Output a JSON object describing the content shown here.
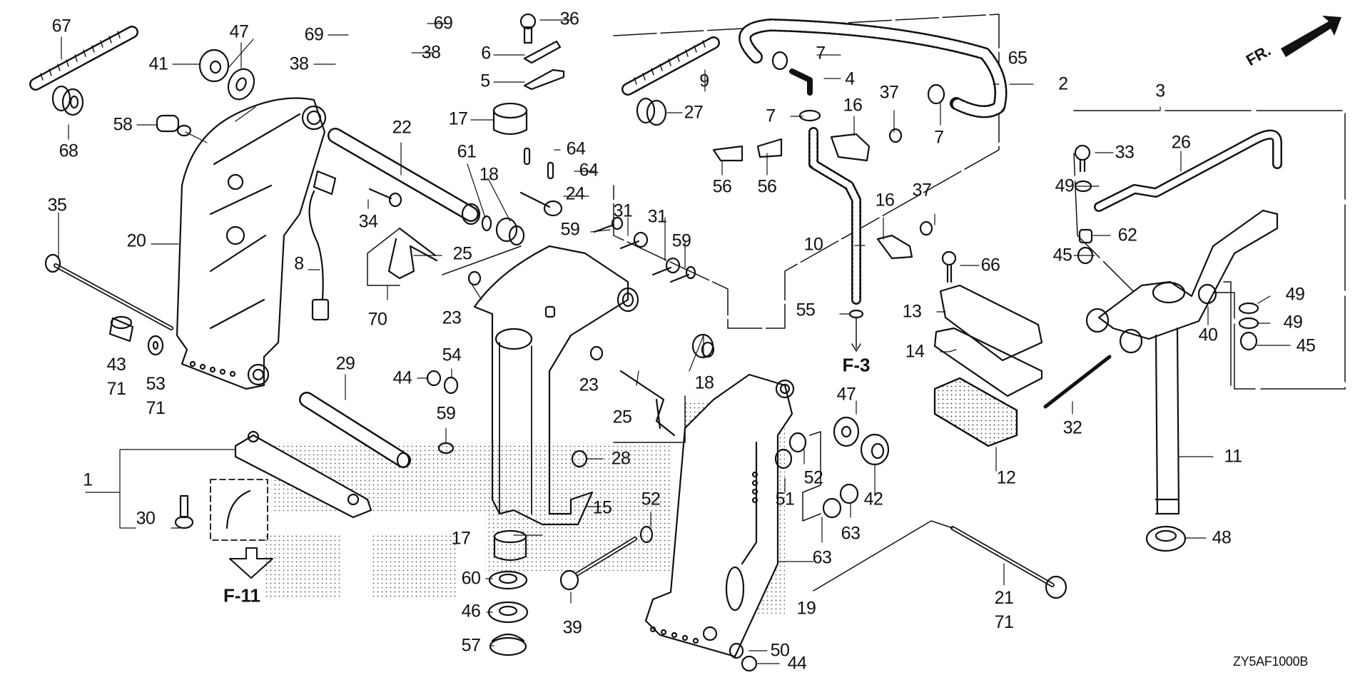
{
  "diagram": {
    "title": "Outboard swivel case / stern bracket parts diagram",
    "drawing_code": "ZY5AF1000B",
    "direction_indicator": "FR.",
    "references": [
      {
        "id": "ref-f3",
        "text": "F-3"
      },
      {
        "id": "ref-f11",
        "text": "F-11"
      }
    ],
    "callouts": [
      {
        "n": "67"
      },
      {
        "n": "68"
      },
      {
        "n": "41"
      },
      {
        "n": "47"
      },
      {
        "n": "58"
      },
      {
        "n": "69"
      },
      {
        "n": "69"
      },
      {
        "n": "38"
      },
      {
        "n": "38"
      },
      {
        "n": "36"
      },
      {
        "n": "6"
      },
      {
        "n": "5"
      },
      {
        "n": "17"
      },
      {
        "n": "22"
      },
      {
        "n": "61"
      },
      {
        "n": "18"
      },
      {
        "n": "64"
      },
      {
        "n": "64"
      },
      {
        "n": "24"
      },
      {
        "n": "34"
      },
      {
        "n": "35"
      },
      {
        "n": "20"
      },
      {
        "n": "8"
      },
      {
        "n": "25"
      },
      {
        "n": "70"
      },
      {
        "n": "23"
      },
      {
        "n": "59"
      },
      {
        "n": "31"
      },
      {
        "n": "31"
      },
      {
        "n": "59"
      },
      {
        "n": "9"
      },
      {
        "n": "27"
      },
      {
        "n": "7"
      },
      {
        "n": "4"
      },
      {
        "n": "65"
      },
      {
        "n": "2"
      },
      {
        "n": "7"
      },
      {
        "n": "16"
      },
      {
        "n": "37"
      },
      {
        "n": "7"
      },
      {
        "n": "56"
      },
      {
        "n": "56"
      },
      {
        "n": "16"
      },
      {
        "n": "37"
      },
      {
        "n": "10"
      },
      {
        "n": "66"
      },
      {
        "n": "55"
      },
      {
        "n": "13"
      },
      {
        "n": "14"
      },
      {
        "n": "3"
      },
      {
        "n": "26"
      },
      {
        "n": "33"
      },
      {
        "n": "49"
      },
      {
        "n": "62"
      },
      {
        "n": "45"
      },
      {
        "n": "40"
      },
      {
        "n": "49"
      },
      {
        "n": "49"
      },
      {
        "n": "45"
      },
      {
        "n": "43\n71"
      },
      {
        "n": "53\n71"
      },
      {
        "n": "29"
      },
      {
        "n": "44"
      },
      {
        "n": "54"
      },
      {
        "n": "23"
      },
      {
        "n": "18"
      },
      {
        "n": "25"
      },
      {
        "n": "59"
      },
      {
        "n": "28"
      },
      {
        "n": "1"
      },
      {
        "n": "30"
      },
      {
        "n": "15"
      },
      {
        "n": "17"
      },
      {
        "n": "52"
      },
      {
        "n": "60"
      },
      {
        "n": "46"
      },
      {
        "n": "57"
      },
      {
        "n": "39"
      },
      {
        "n": "47"
      },
      {
        "n": "51"
      },
      {
        "n": "52"
      },
      {
        "n": "42"
      },
      {
        "n": "63"
      },
      {
        "n": "63"
      },
      {
        "n": "12"
      },
      {
        "n": "32"
      },
      {
        "n": "11"
      },
      {
        "n": "48"
      },
      {
        "n": "19"
      },
      {
        "n": "21\n71"
      },
      {
        "n": "50"
      },
      {
        "n": "44"
      }
    ]
  }
}
